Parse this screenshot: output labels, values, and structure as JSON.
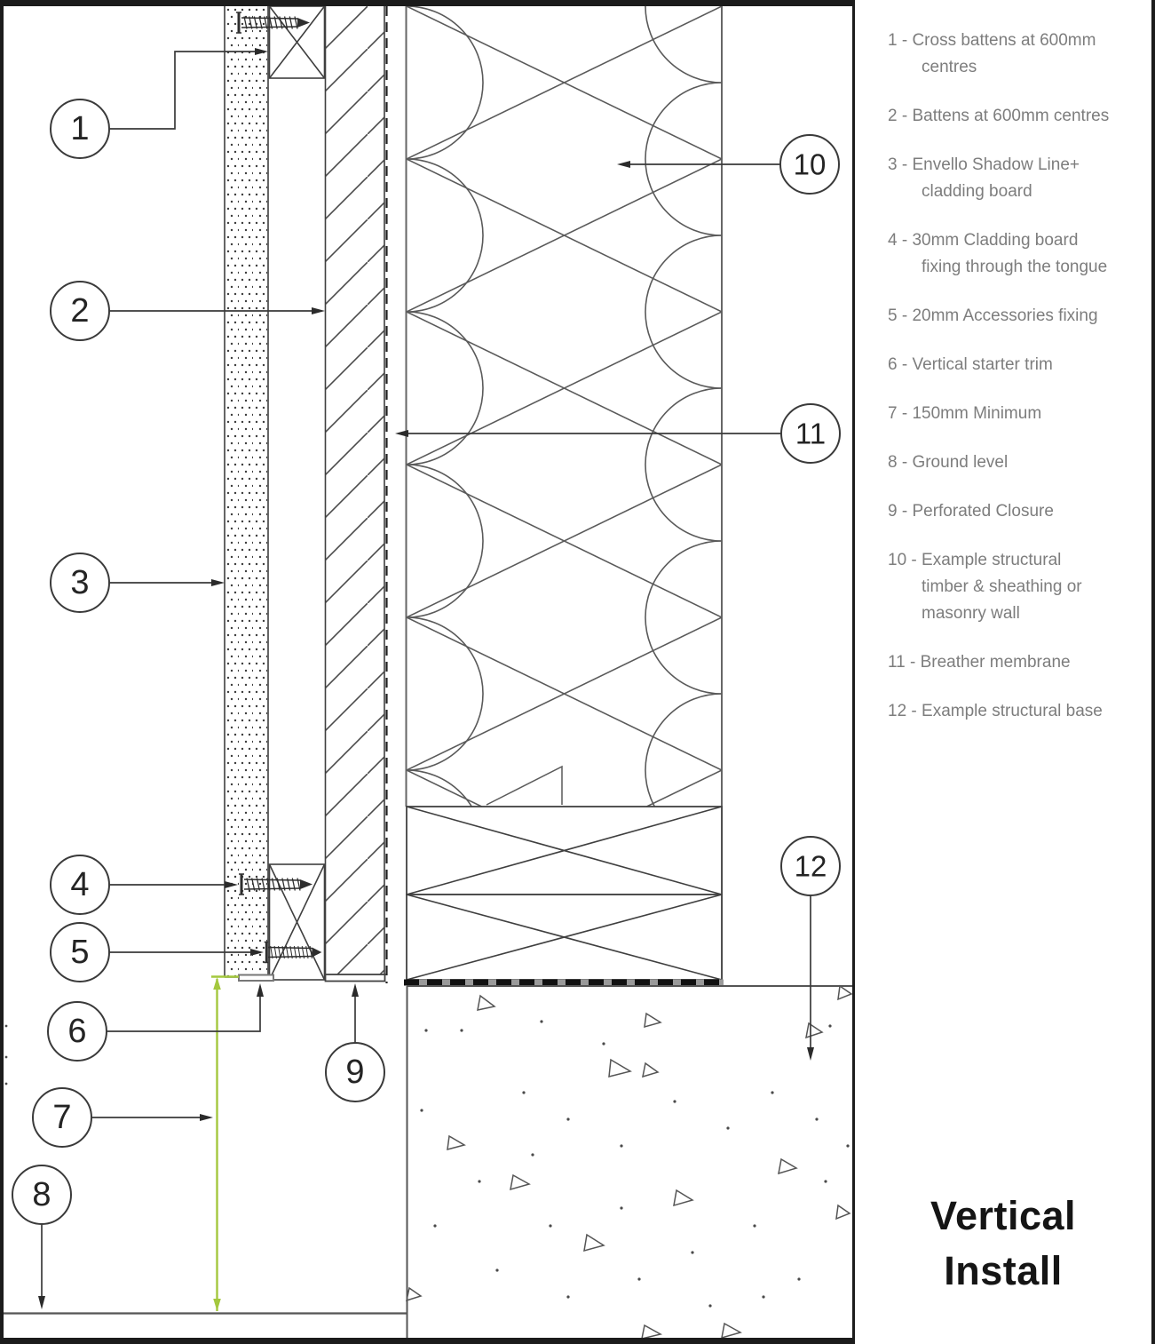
{
  "title": {
    "line1": "Vertical",
    "line2": "Install"
  },
  "legend": {
    "sep": " - ",
    "items": [
      {
        "num": "1",
        "lines": [
          "Cross battens at 600mm",
          "centres"
        ]
      },
      {
        "num": "2",
        "lines": [
          "Battens at 600mm centres"
        ]
      },
      {
        "num": "3",
        "lines": [
          "Envello Shadow Line+",
          "cladding board"
        ]
      },
      {
        "num": "4",
        "lines": [
          "30mm Cladding board",
          "fixing through the tongue"
        ]
      },
      {
        "num": "5",
        "lines": [
          "20mm Accessories fixing"
        ]
      },
      {
        "num": "6",
        "lines": [
          "Vertical starter trim"
        ]
      },
      {
        "num": "7",
        "lines": [
          "150mm Minimum"
        ]
      },
      {
        "num": "8",
        "lines": [
          "Ground level"
        ]
      },
      {
        "num": "9",
        "lines": [
          "Perforated Closure"
        ]
      },
      {
        "num": "10",
        "lines": [
          "Example structural",
          "timber & sheathing or",
          "masonry wall"
        ]
      },
      {
        "num": "11",
        "lines": [
          "Breather membrane"
        ]
      },
      {
        "num": "12",
        "lines": [
          "Example structural base"
        ]
      }
    ]
  },
  "callouts": [
    {
      "label": "1"
    },
    {
      "label": "2"
    },
    {
      "label": "3"
    },
    {
      "label": "4"
    },
    {
      "label": "5"
    },
    {
      "label": "6"
    },
    {
      "label": "7"
    },
    {
      "label": "8"
    },
    {
      "label": "9"
    },
    {
      "label": "10"
    },
    {
      "label": "11"
    },
    {
      "label": "12"
    }
  ],
  "colors": {
    "dimension_green": "#a4c83e",
    "linework": "#3f3f3f",
    "legend_text": "#7d7d7d",
    "title_text": "#151515"
  }
}
